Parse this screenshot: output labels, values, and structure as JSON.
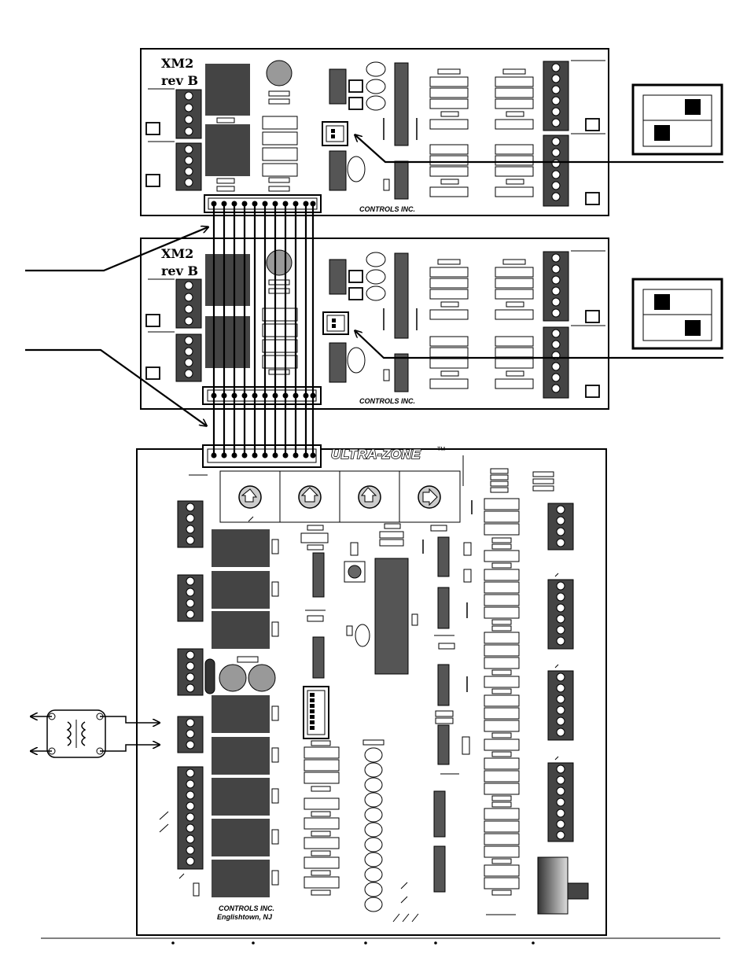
{
  "boards": {
    "top": {
      "model": "XM2",
      "revision": "rev B",
      "maker": "CONTROLS INC."
    },
    "middle": {
      "model": "XM2",
      "revision": "rev B",
      "maker": "CONTROLS INC."
    }
  },
  "main_board": {
    "brand": "ULTRA-ZONE",
    "trademark": "TM",
    "maker": "CONTROLS INC.",
    "location": "Englishtown, NJ"
  }
}
